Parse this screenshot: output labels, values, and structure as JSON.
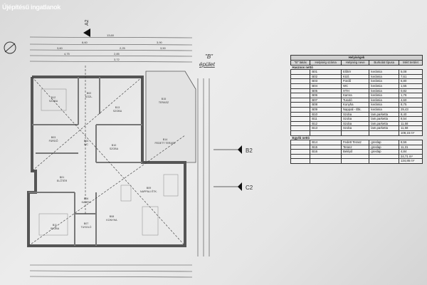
{
  "watermark": "Újépítésű ingatlanok",
  "plan": {
    "building_label": "\"B\"",
    "building_sub": "épület",
    "section_marks": [
      "A2",
      "B2",
      "C2"
    ],
    "dimensions_top": [
      "13,60",
      "8,60",
      "3,90",
      "3,60",
      "2,25",
      "3,50",
      "4,75",
      "2,85",
      "3,72"
    ],
    "rooms": [
      {
        "code": "B12",
        "name": "SZOBA"
      },
      {
        "code": "B02",
        "name": "KÖZL."
      },
      {
        "code": "B13",
        "name": "SZOBA"
      },
      {
        "code": "B14",
        "name": "FEDETT TERASZ"
      },
      {
        "code": "B15",
        "name": "TERASZ"
      },
      {
        "code": "B03",
        "name": "FÜRDŐ"
      },
      {
        "code": "B04",
        "name": "WC"
      },
      {
        "code": "B10",
        "name": "SZOBA"
      },
      {
        "code": "B01",
        "name": "ELŐTÉR"
      },
      {
        "code": "B06",
        "name": "KAMRA"
      },
      {
        "code": "B09",
        "name": "NAPPALI ÉTK."
      },
      {
        "code": "B08",
        "name": "KONYHA"
      },
      {
        "code": "B11",
        "name": "SZOBA"
      },
      {
        "code": "B07",
        "name": "TUSOLÓ"
      }
    ]
  },
  "table": {
    "title": "Helyiségek",
    "headers": [
      "\"B\" lakás",
      "Helyiség száma",
      "Helyiség neve",
      "Burkolat típusa",
      "Mért terület"
    ],
    "section1": "Hasznos nettó",
    "rows1": [
      [
        "B01",
        "Előtér",
        "kerámia",
        "5,08"
      ],
      [
        "B02",
        "Közl.",
        "kerámia",
        "7,61"
      ],
      [
        "B03",
        "Fürdő",
        "kerámia",
        "6,80"
      ],
      [
        "B04",
        "WC",
        "kerámia",
        "1,55"
      ],
      [
        "B05",
        "HTH",
        "kerámia",
        "0,82"
      ],
      [
        "B06",
        "Kamra",
        "kerámia",
        "1,76"
      ],
      [
        "B07",
        "Tusoló",
        "kerámia",
        "4,60"
      ],
      [
        "B08",
        "Konyha",
        "kerámia",
        "8,75"
      ],
      [
        "B09",
        "Nappali - Étk.",
        "kerámia",
        "29,43"
      ],
      [
        "B10",
        "Szoba",
        "lam.parketta",
        "8,40"
      ],
      [
        "B11",
        "Szoba",
        "lam.parketta",
        "8,54"
      ],
      [
        "B12",
        "Szoba",
        "lam.parketta",
        "11,58"
      ],
      [
        "B13",
        "Szoba",
        "lam.parketta",
        "11,58"
      ]
    ],
    "total1": "108,15 m²",
    "section2": "Egyéb nettó",
    "rows2": [
      [
        "B14",
        "Fedett Terasz",
        "greslap",
        "8,56"
      ],
      [
        "B15",
        "Terasz",
        "greslap",
        "11,31"
      ],
      [
        "B16",
        "Belépő",
        "greslap",
        "4,84"
      ]
    ],
    "total2": "24,71 m²",
    "grand_total": "134,86 m²"
  }
}
